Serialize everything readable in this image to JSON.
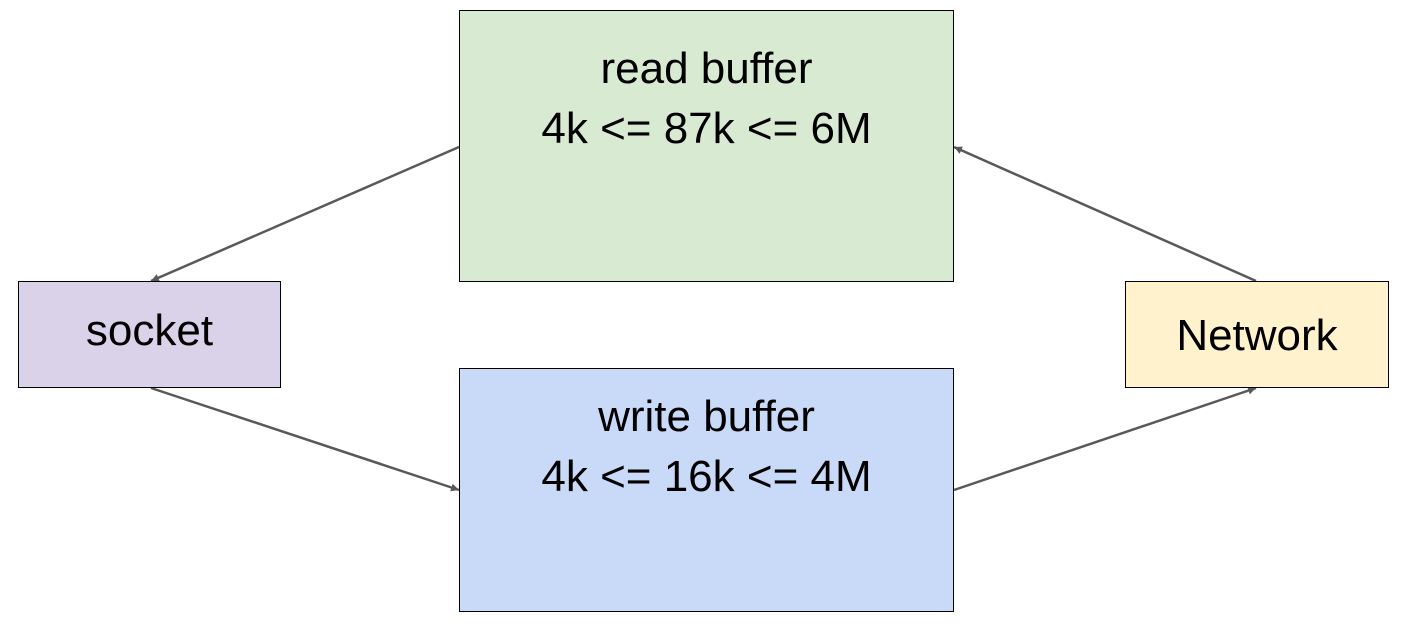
{
  "diagram": {
    "read_buffer": {
      "title": "read buffer",
      "range": "4k <= 87k <= 6M",
      "fill": "#d9ead3"
    },
    "write_buffer": {
      "title": "write buffer",
      "range": "4k <= 16k <= 4M",
      "fill": "#c9daf8"
    },
    "socket": {
      "label": "socket",
      "fill": "#d9d2e9"
    },
    "network": {
      "label": "Network",
      "fill": "#fff2cc"
    },
    "arrow_color": "#595959",
    "edges": [
      {
        "from": "read buffer",
        "to": "socket"
      },
      {
        "from": "socket",
        "to": "write buffer"
      },
      {
        "from": "write buffer",
        "to": "Network"
      },
      {
        "from": "Network",
        "to": "read buffer"
      }
    ]
  }
}
